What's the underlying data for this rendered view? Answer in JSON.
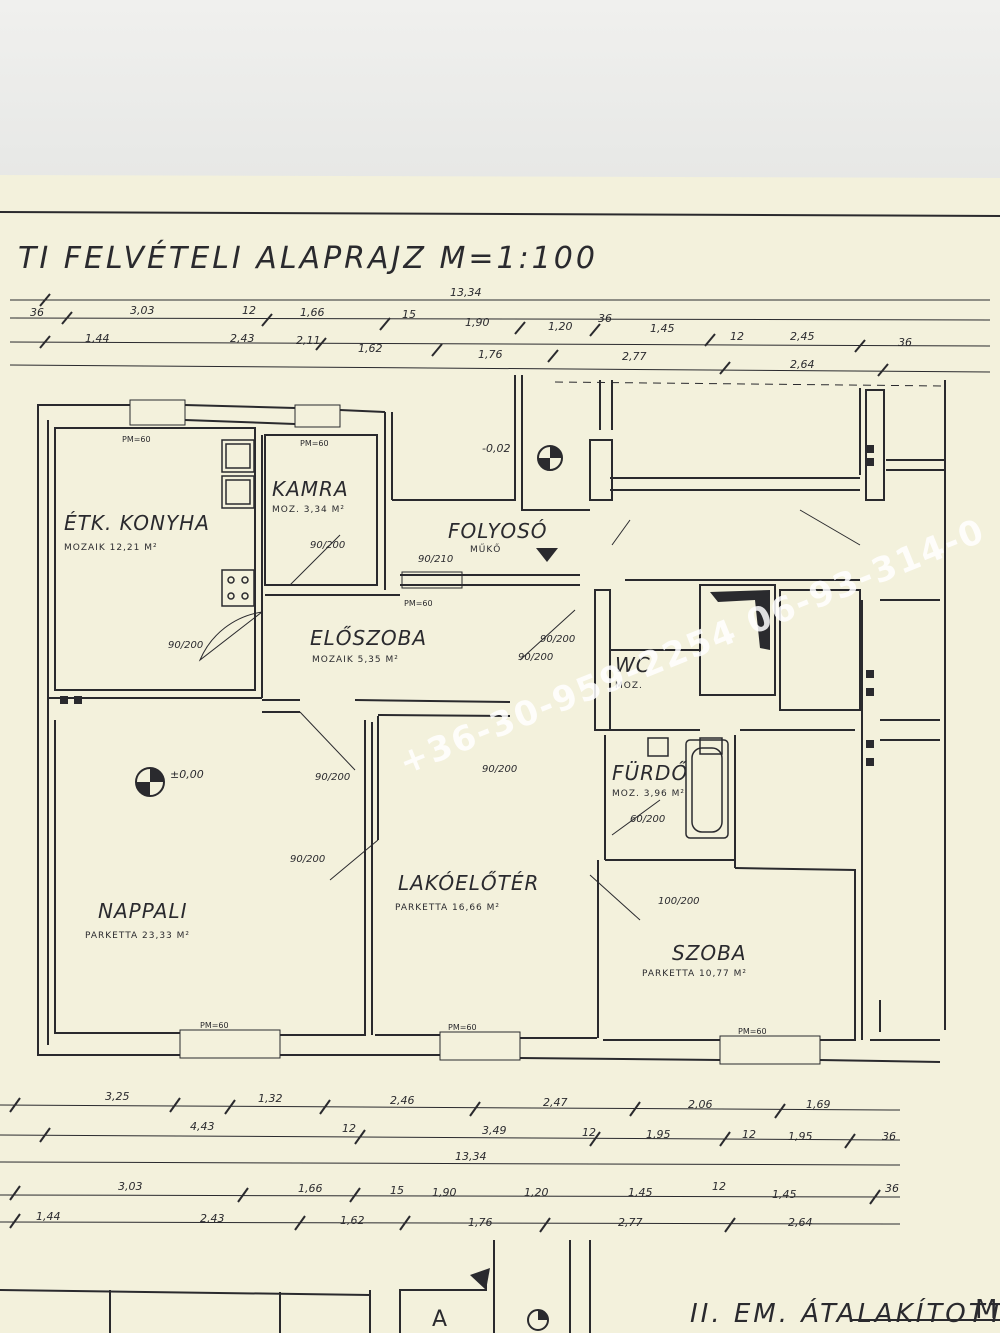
{
  "title": "TI FELVÉTELI ALAPRAJZ M=1:100",
  "watermark": "+36-30-959-2254 06-93-314-0",
  "bottom_title": "II. EM. ÁTALAKÍTOTT",
  "bottom_letter": "A",
  "bottom_m": "M",
  "colors": {
    "paper": "#f3f1dc",
    "ink": "#2a2a2e",
    "background": "#dcdcd8"
  },
  "rooms": [
    {
      "id": "etk-konyha",
      "label": "ÉTK. KONYHA",
      "sub": "MOZAIK 12,21 M²"
    },
    {
      "id": "kamra",
      "label": "KAMRA",
      "sub": "MOZ. 3,34 M²"
    },
    {
      "id": "folyoso",
      "label": "FOLYOSÓ",
      "sub": "MŰKŐ"
    },
    {
      "id": "eloszoba",
      "label": "ELŐSZOBA",
      "sub": "MOZAIK 5,35 M²"
    },
    {
      "id": "wc",
      "label": "WC",
      "sub": "MOZ."
    },
    {
      "id": "furdo",
      "label": "FÜRDŐ",
      "sub": "MOZ. 3,96 M²"
    },
    {
      "id": "nappali",
      "label": "NAPPALI",
      "sub": "PARKETTA 23,33 M²"
    },
    {
      "id": "lakoeloter",
      "label": "LAKÓELŐTÉR",
      "sub": "PARKETTA 16,66 M²"
    },
    {
      "id": "szoba",
      "label": "SZOBA",
      "sub": "PARKETTA 10,77 M²"
    }
  ],
  "levels": {
    "folyoso": "-0,02",
    "nappali": "±0,00"
  },
  "doors": [
    "90/200",
    "90/200",
    "90/200",
    "90/210",
    "90/200",
    "90/200",
    "90/200",
    "100/200",
    "60/200",
    "90/200"
  ],
  "window_tags": [
    "PM=60",
    "PM=60",
    "PM=60",
    "PM=60",
    "PM=60",
    "PM=60"
  ],
  "top_dims": {
    "row1": [
      "36",
      "3,03",
      "12",
      "1,66",
      "15",
      "1,90",
      "1,20",
      "36",
      "1,45",
      "12",
      "2,45",
      "36"
    ],
    "row2": [
      "1,44",
      "2,43",
      "2,11",
      "1,62",
      "1,76",
      "2,77",
      "2,64"
    ],
    "total": "13,34"
  },
  "bottom_dims": {
    "row1": [
      "3,25",
      "1,32",
      "2,46",
      "2,47",
      "2,06",
      "1,69"
    ],
    "row2": [
      "4,43",
      "12",
      "3,49",
      "12",
      "1,95",
      "12",
      "1,95",
      "36"
    ],
    "total": "13,34",
    "row3": [
      "3,03",
      "1,66",
      "15",
      "1,90",
      "1,20",
      "1,45",
      "12",
      "1,45",
      "36"
    ],
    "row4": [
      "1,44",
      "2,43",
      "1,62",
      "1,76",
      "2,77",
      "2,64"
    ]
  }
}
